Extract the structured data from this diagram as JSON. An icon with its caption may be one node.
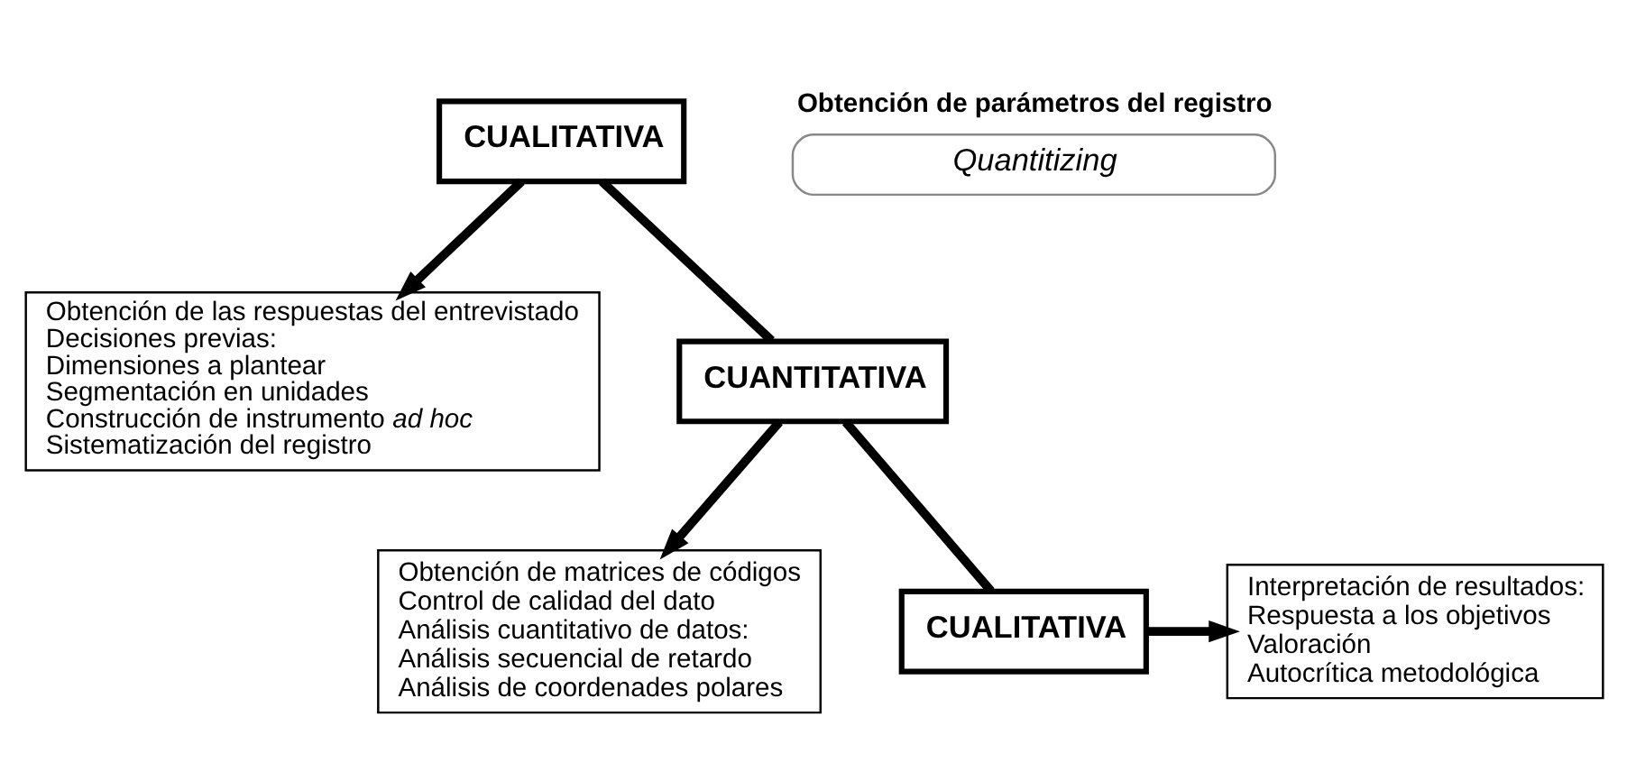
{
  "diagram": {
    "nodes": [
      {
        "text": [
          "CUALITATIVA"
        ]
      },
      {
        "text": [
          "Obtención de las respuestas del entrevistado",
          "Decisiones previas:",
          "Dimensiones a plantear",
          "Segmentación en unidades",
          "Construcción de instrumento *ad hoc*",
          "Sistematización del registro"
        ]
      },
      {
        "text": [
          "CUANTITATIVA"
        ]
      },
      {
        "text": [
          "Obtención de parámetros del registro",
          "Quantitizing"
        ]
      },
      {
        "text": [
          "Obtención de matrices de códigos",
          "Control de calidad del dato",
          "Análisis cuantitativo de datos:",
          "Análisis secuencial de retardo",
          "Análisis de coordenades polares"
        ]
      },
      {
        "text": [
          "CUALITATIVA"
        ]
      },
      {
        "text": [
          "Interpretación de resultados:",
          "Respuesta a los objetivos",
          "Valoración",
          "Autocrítica metodológica"
        ]
      }
    ],
    "edges": [
      {
        "from": 0,
        "to": 1,
        "arrow": "to"
      },
      {
        "from": 0,
        "to": 2,
        "arrow": "none"
      },
      {
        "from": 2,
        "to": 4,
        "arrow": "to"
      },
      {
        "from": 2,
        "to": 5,
        "arrow": "none"
      },
      {
        "from": 5,
        "to": 6,
        "arrow": "to"
      }
    ]
  }
}
